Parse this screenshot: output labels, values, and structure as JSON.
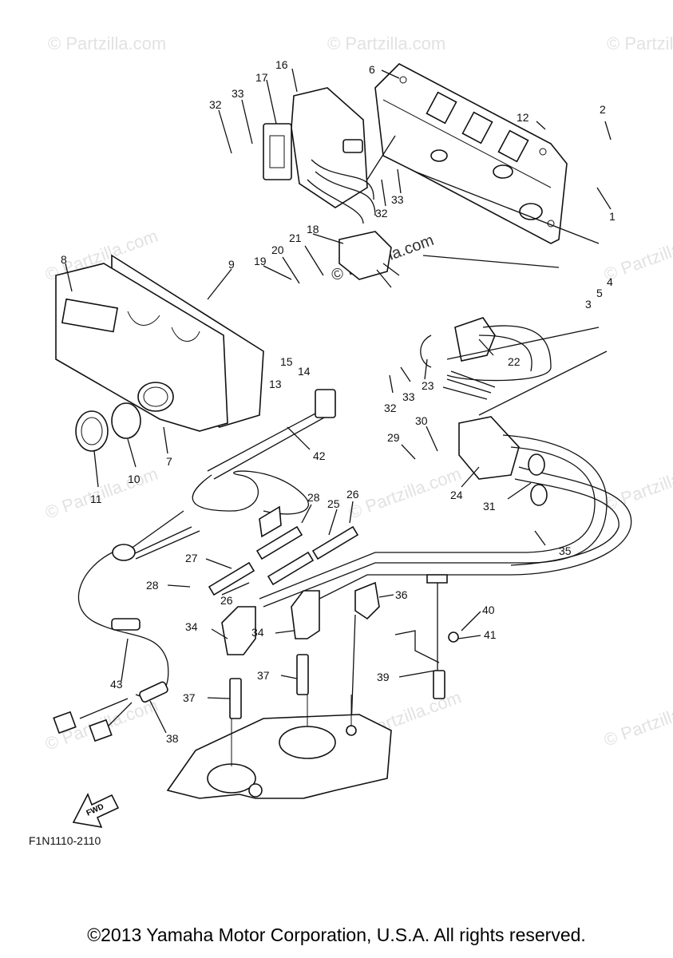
{
  "watermarks": {
    "partzilla": "© Partzilla.com",
    "center": "© Partzilla.com"
  },
  "diagram": {
    "code": "F1N1110-2110",
    "fwd": "FWD",
    "callouts": [
      "1",
      "2",
      "3",
      "4",
      "5",
      "6",
      "7",
      "8",
      "9",
      "10",
      "11",
      "12",
      "13",
      "14",
      "15",
      "16",
      "17",
      "18",
      "19",
      "20",
      "21",
      "22",
      "23",
      "24",
      "25",
      "26",
      "27",
      "28",
      "29",
      "30",
      "31",
      "32",
      "33",
      "34",
      "35",
      "36",
      "37",
      "38",
      "39",
      "40",
      "41",
      "42",
      "43"
    ]
  },
  "footer": {
    "copyright": "©2013 Yamaha Motor Corporation, U.S.A. All rights reserved."
  }
}
